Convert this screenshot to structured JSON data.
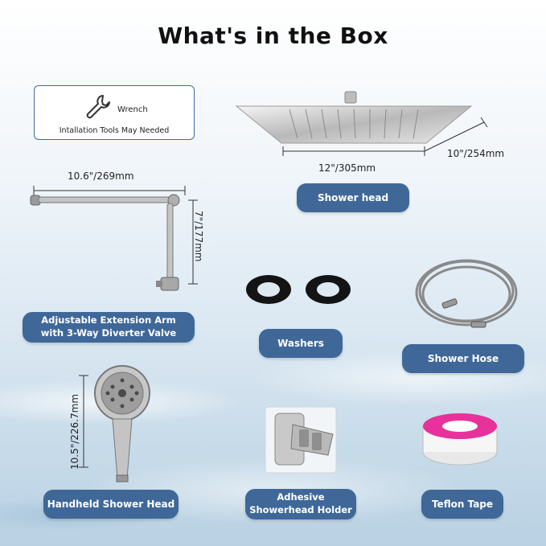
{
  "title": "What's in the Box",
  "tools": {
    "wrench_label": "Wrench",
    "note": "Intallation Tools May Needed"
  },
  "shower_head": {
    "label": "Shower head",
    "width_dim": "12\"/305mm",
    "depth_dim": "10\"/254mm"
  },
  "extension_arm": {
    "label_line1": "Adjustable Extension Arm",
    "label_line2": "with 3-Way Diverter Valve",
    "length_dim": "10.6\"/269mm",
    "height_dim": "7\"/177mm"
  },
  "washers": {
    "label": "Washers"
  },
  "shower_hose": {
    "label": "Shower Hose"
  },
  "handheld": {
    "label": "Handheld Shower Head",
    "length_dim": "10.5\"/226.7mm"
  },
  "holder": {
    "label_line1": "Adhesive",
    "label_line2": "Showerhead Holder"
  },
  "teflon": {
    "label": "Teflon Tape"
  },
  "colors": {
    "pill_bg": "#3f6899",
    "title": "#111111",
    "teflon_pink": "#e8319a"
  }
}
